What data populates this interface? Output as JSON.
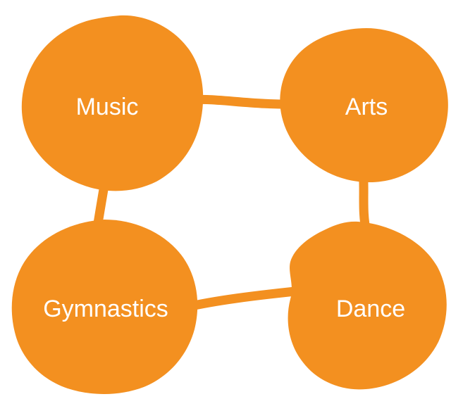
{
  "colors": {
    "accent": "#F39020",
    "label": "#FFFFFF",
    "background": "#FFFFFF"
  },
  "nodes": [
    {
      "id": "music",
      "label": "Music"
    },
    {
      "id": "arts",
      "label": "Arts"
    },
    {
      "id": "gymnastics",
      "label": "Gymnastics"
    },
    {
      "id": "dance",
      "label": "Dance"
    }
  ],
  "connections": [
    {
      "from": "music",
      "to": "arts"
    },
    {
      "from": "arts",
      "to": "dance"
    },
    {
      "from": "music",
      "to": "gymnastics"
    },
    {
      "from": "gymnastics",
      "to": "dance"
    }
  ]
}
